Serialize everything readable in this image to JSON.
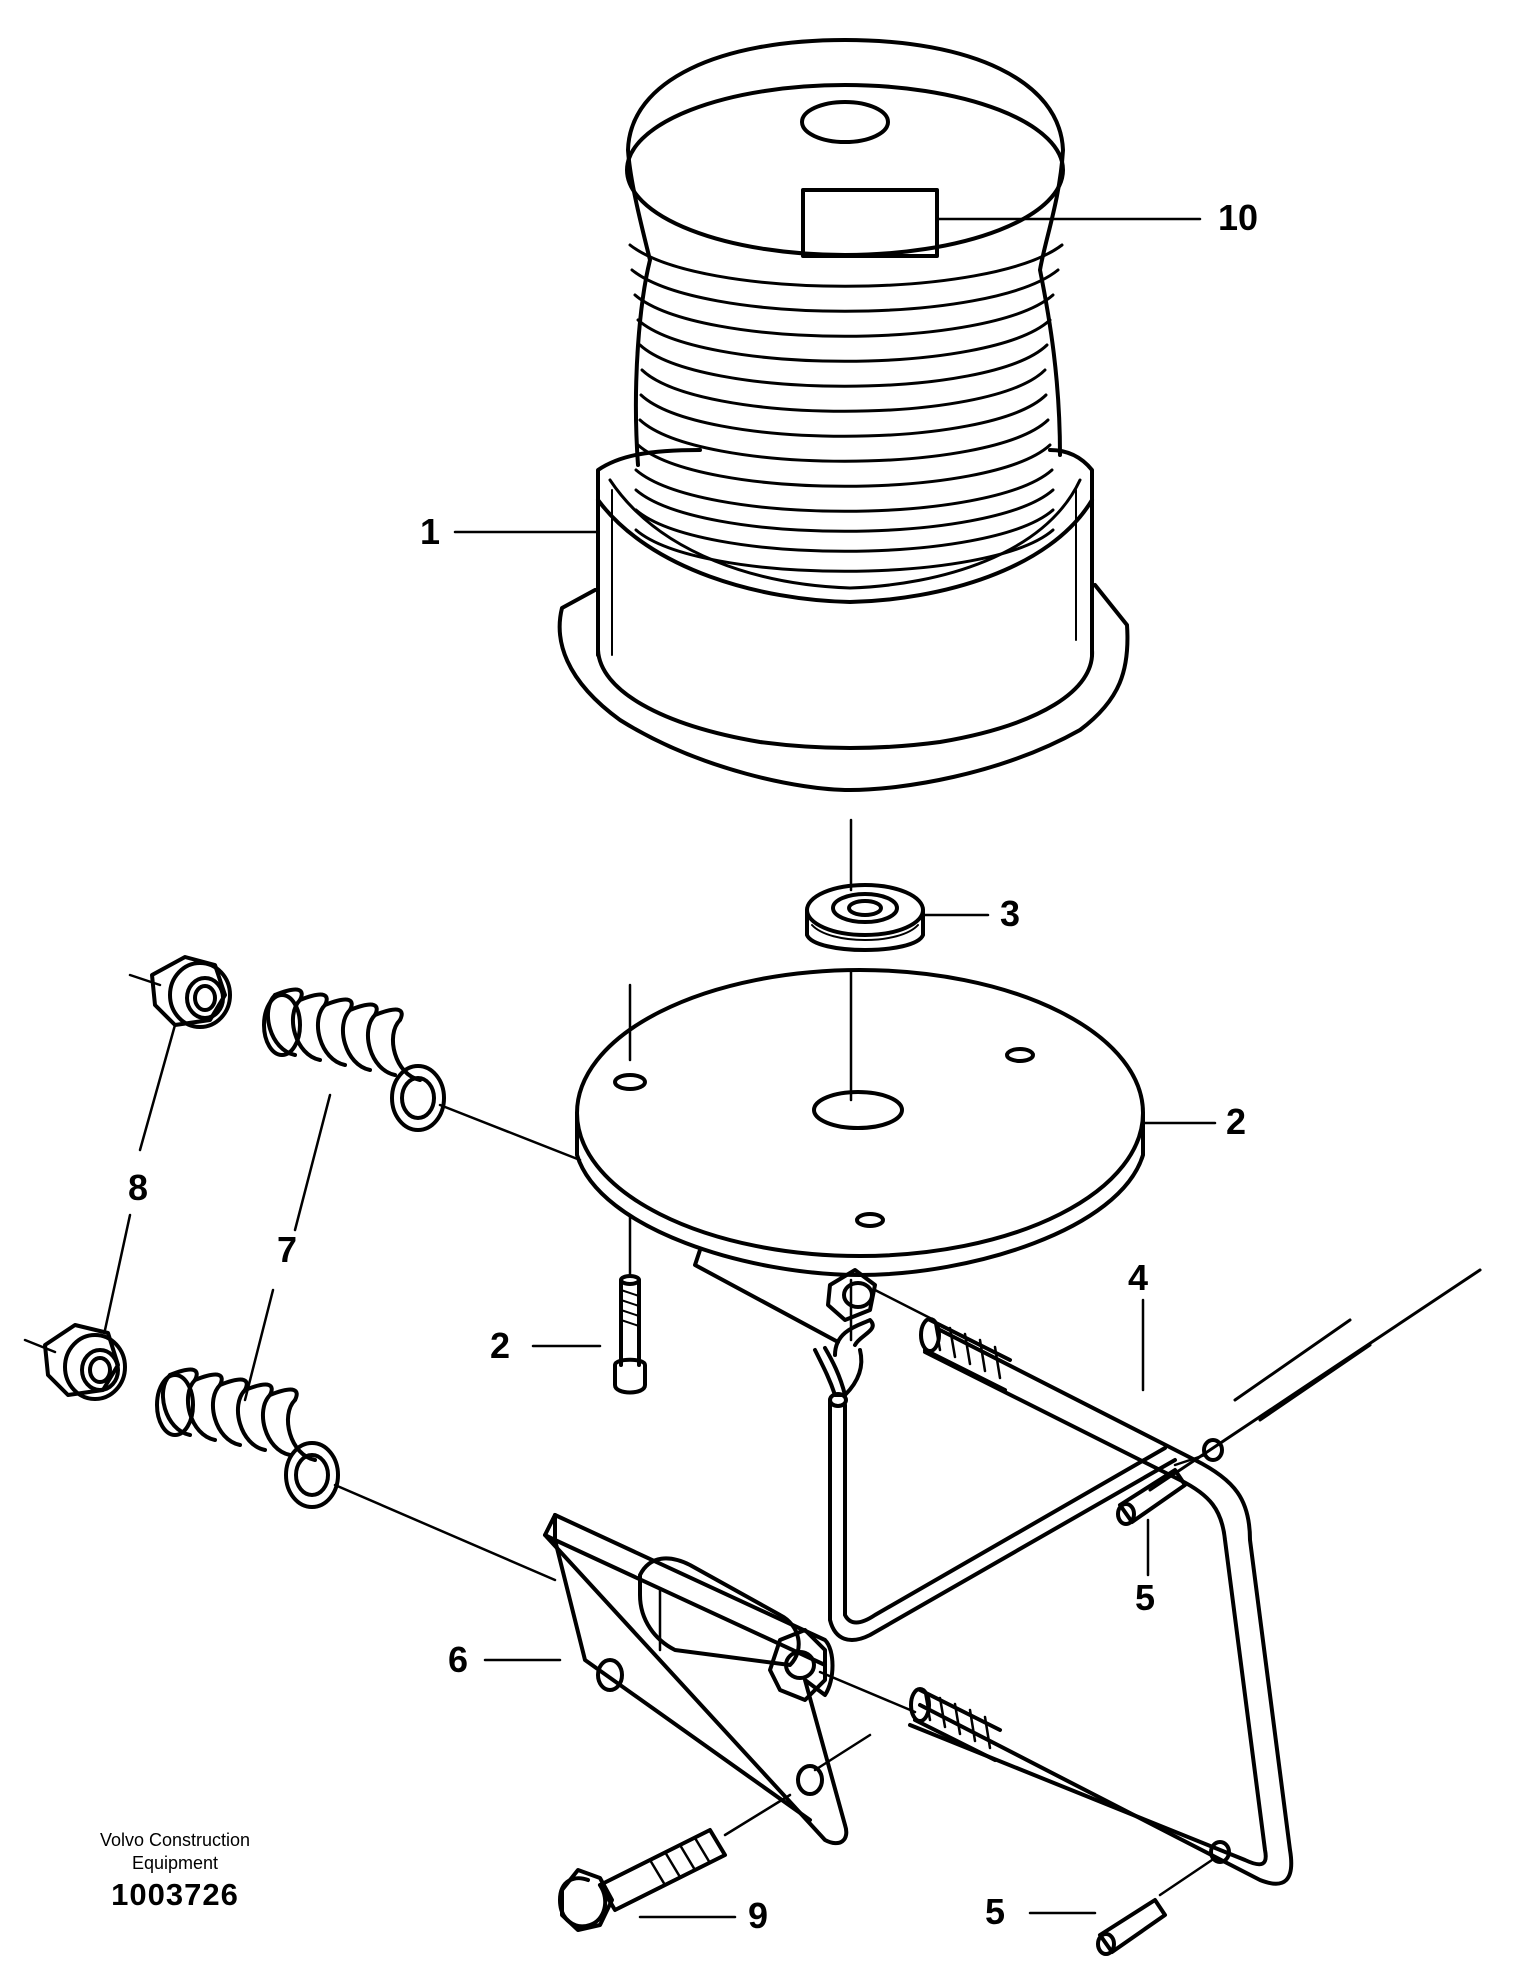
{
  "callouts": {
    "c1": "1",
    "c2a": "2",
    "c2b": "2",
    "c3": "3",
    "c4": "4",
    "c5a": "5",
    "c5b": "5",
    "c6": "6",
    "c7": "7",
    "c8": "8",
    "c9": "9",
    "c10": "10"
  },
  "caption": {
    "company_line1": "Volvo Construction",
    "company_line2": "Equipment",
    "drawing_number": "1003726"
  },
  "colors": {
    "line": "#000000",
    "background": "#ffffff"
  }
}
